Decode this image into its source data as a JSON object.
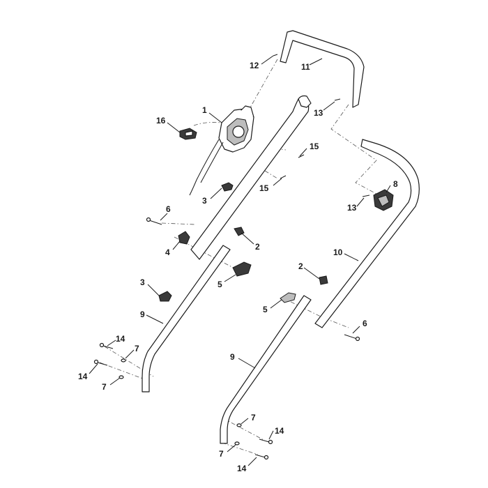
{
  "callouts": {
    "c1": "1",
    "c2a": "2",
    "c2b": "2",
    "c3a": "3",
    "c3b": "3",
    "c4": "4",
    "c5a": "5",
    "c5b": "5",
    "c6a": "6",
    "c6b": "6",
    "c7a": "7",
    "c7b": "7",
    "c7c": "7",
    "c7d": "7",
    "c8": "8",
    "c9a": "9",
    "c9b": "9",
    "c10": "10",
    "c11": "11",
    "c12": "12",
    "c13a": "13",
    "c13b": "13",
    "c14a": "14",
    "c14b": "14",
    "c14c": "14",
    "c14d": "14",
    "c15a": "15",
    "c15b": "15",
    "c16": "16"
  },
  "colors": {
    "ink": "#1a1a1a",
    "paper": "#ffffff",
    "fill_dark": "#3a3a3a",
    "fill_mid": "#bdbdbd"
  }
}
